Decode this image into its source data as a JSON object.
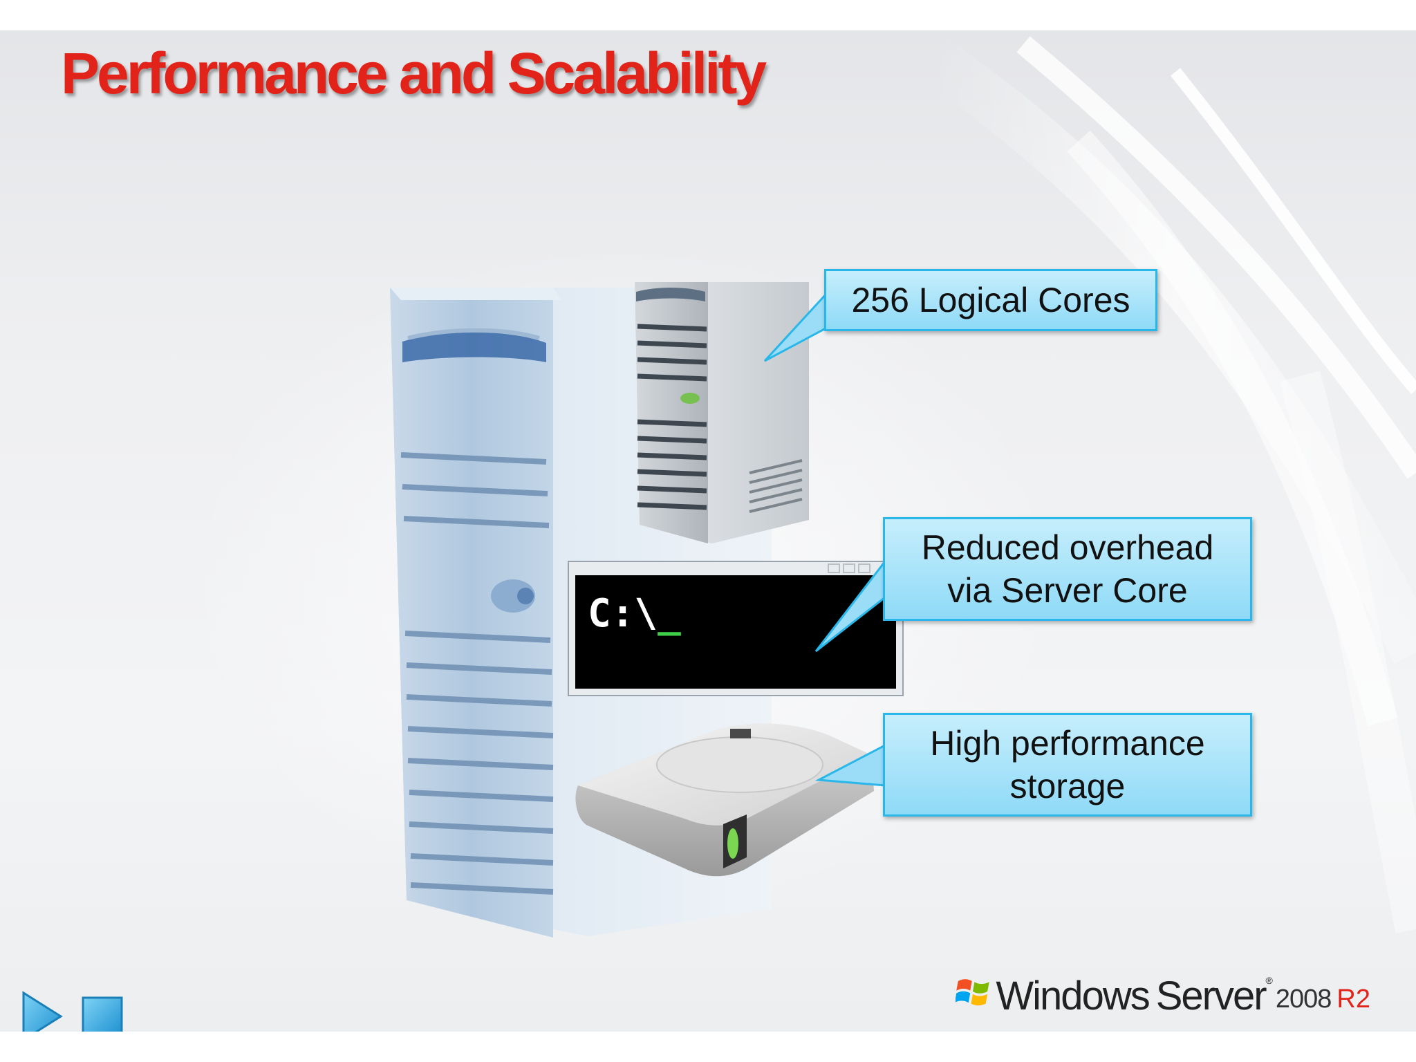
{
  "slide": {
    "title": "Performance and Scalability",
    "callouts": {
      "cores": [
        "256 Logical Cores"
      ],
      "server_core": [
        "Reduced overhead",
        "via Server Core"
      ],
      "storage": [
        "High performance",
        "storage"
      ]
    },
    "command_prompt_text": "C:\\",
    "command_prompt_cursor": "_"
  },
  "logo": {
    "windows": "Windows",
    "server": "Server",
    "trademark": "®",
    "version": "2008",
    "release": "R2"
  },
  "controls": {
    "play_icon": "play-icon",
    "stop_icon": "stop-icon"
  },
  "colors": {
    "title": "#e2231a",
    "callout_fill": "#a8e3f9",
    "callout_border": "#29b7ea",
    "nav_blue": "#2aa9e0"
  }
}
